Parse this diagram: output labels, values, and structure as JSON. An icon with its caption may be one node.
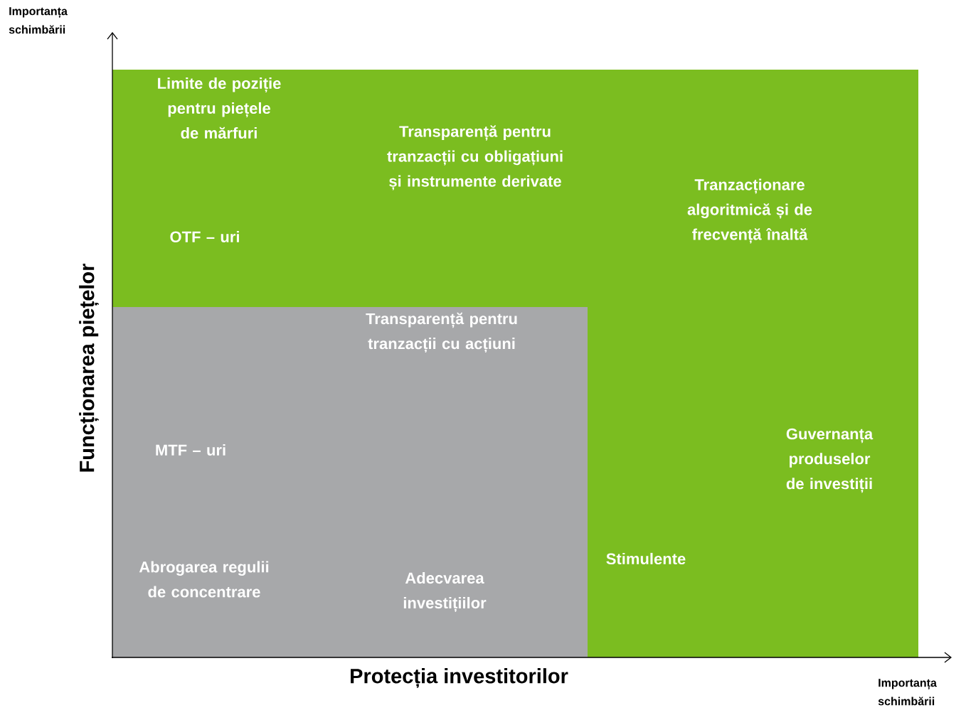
{
  "diagram": {
    "nodes": [
      {
        "text": [
          "Limite de poziție pentru piețele de mărfuri",
          "Transparență pentru tranzacții cu obligațiuni și instrumente derivate",
          "OTF – uri",
          "Tranzacționare algoritmică și de frecvență înaltă",
          "Guvernanța produselor de investiții",
          "Stimulente"
        ]
      },
      {
        "text": [
          "Transparență pentru tranzacții cu acțiuni",
          "MTF – uri",
          "Abrogarea regulii de concentrare",
          "Adecvarea investițiilor"
        ]
      }
    ],
    "labels": [
      "Importanța schimbării",
      "Funcționarea piețelor",
      "Protecția investitorilor",
      "Importanța schimbării"
    ]
  }
}
